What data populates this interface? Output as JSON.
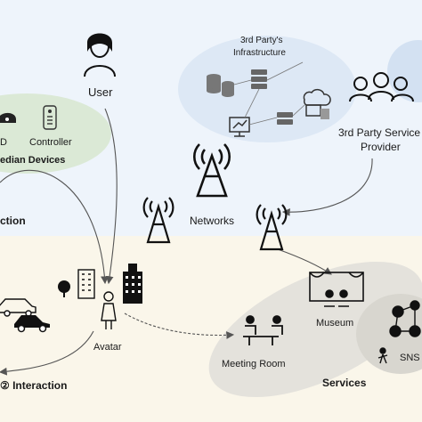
{
  "labels": {
    "user": "User",
    "infra_line1": "3rd Party's",
    "infra_line2": "Infrastructure",
    "provider_line1": "3rd Party Service",
    "provider_line2": "Provider",
    "controller": "Controller",
    "d_fragment": "D",
    "median_devices": "edian Devices",
    "ction": "ction",
    "networks": "Networks",
    "avatar": "Avatar",
    "interaction": "② Interaction",
    "meeting_room": "Meeting Room",
    "museum": "Museum",
    "services": "Services",
    "sns": "SNS"
  },
  "colors": {
    "top_band": "#eef4fb",
    "bottom_band": "#faf6ea",
    "device_ellipse": "#dbe9d6",
    "infra_ellipse": "#dde8f5",
    "service_ellipse": "#e4e2dc",
    "accent_line": "#555555"
  },
  "icons": [
    "user-icon",
    "database-icon",
    "server-icon",
    "cloud-icon",
    "monitor-icon",
    "people-group-icon",
    "headset-icon",
    "remote-controller-icon",
    "tower-icon",
    "car-icon",
    "tree-icon",
    "building-icon",
    "avatar-icon",
    "meeting-table-icon",
    "museum-icon",
    "social-network-icon"
  ]
}
